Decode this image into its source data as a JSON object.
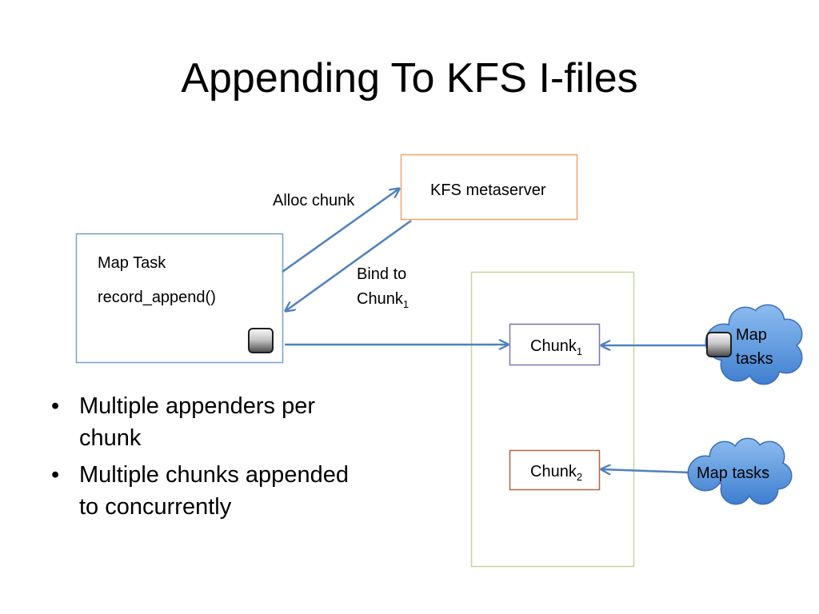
{
  "slide": {
    "title": "Appending To KFS I-files",
    "bullet_glyph": "•",
    "bullets": [
      "Multiple appenders per chunk",
      "Multiple chunks appended to concurrently"
    ]
  },
  "diagram": {
    "metaserver": {
      "label": "KFS metaserver"
    },
    "map_task": {
      "title": "Map Task",
      "call": "record_append()"
    },
    "alloc_arrow": {
      "label": "Alloc chunk"
    },
    "bind_arrow": {
      "line1": "Bind to",
      "line2": "Chunk",
      "line2_sub": "1"
    },
    "chunk1": {
      "label": "Chunk",
      "sub": "1"
    },
    "chunk2": {
      "label": "Chunk",
      "sub": "2"
    },
    "cloud1": {
      "line1": "Map",
      "line2": "tasks"
    },
    "cloud2": {
      "label": "Map tasks"
    },
    "icons": {
      "append_handle": "gray-square-icon"
    }
  },
  "colors": {
    "arrow": "#4f81bd",
    "metaserver_border": "#f4a46c",
    "map_task_border": "#7c9cd0",
    "container_border": "#c3d69b",
    "chunk1_border": "#8270b0",
    "chunk2_border": "#b4643e",
    "cloud_fill_top": "#8cbcf0",
    "cloud_fill_bottom": "#3f7fd0",
    "cloud_outline": "#3c6fb4"
  }
}
